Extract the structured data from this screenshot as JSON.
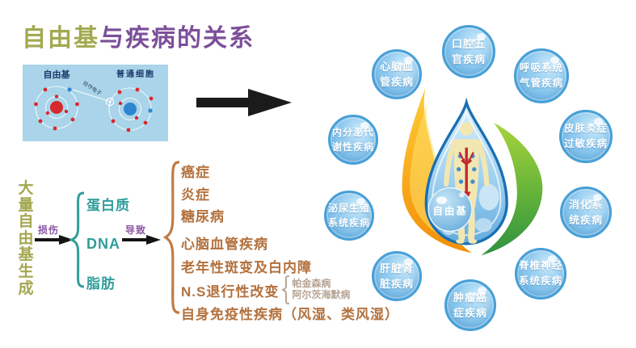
{
  "title": {
    "part_green": "自由基",
    "part_purple": "与疾病的关系"
  },
  "atom_diagram": {
    "left_label": "自由基",
    "right_label": "普通细胞",
    "annotation": "抢夺电子"
  },
  "flow": {
    "source_vertical": "大量自由基生成",
    "damage_label": "损伤",
    "targets": [
      "蛋白质",
      "DNA",
      "脂肪"
    ],
    "cause_label": "导致",
    "diseases": [
      "癌症",
      "炎症",
      "糖尿病",
      "心脑血管疾病",
      "老年性斑变及白内障"
    ],
    "ns_disease": "N.S退行性改变",
    "ns_sub": [
      "帕金森病",
      "阿尔茨海默病"
    ],
    "autoimmune": "自身免疫性疾病（风湿、类风湿）"
  },
  "center": {
    "label": "自由基"
  },
  "bubbles": [
    {
      "id": "cardiovascular",
      "lines": [
        "心脑血",
        "管疾病"
      ]
    },
    {
      "id": "oral",
      "lines": [
        "口腔五",
        "官疾病"
      ]
    },
    {
      "id": "respiratory",
      "lines": [
        "呼吸系统",
        "气管疾病"
      ]
    },
    {
      "id": "skin-allergy",
      "lines": [
        "皮肤炎症",
        "过敏疾病"
      ]
    },
    {
      "id": "digestive",
      "lines": [
        "消化系",
        "统疾病"
      ]
    },
    {
      "id": "spine-nerve",
      "lines": [
        "脊椎神经",
        "系统疾病"
      ]
    },
    {
      "id": "tumor-cancer",
      "lines": [
        "肿瘤癌",
        "症疾病"
      ]
    },
    {
      "id": "liver-kidney",
      "lines": [
        "肝脏肾",
        "脏疾病"
      ]
    },
    {
      "id": "urogenital",
      "lines": [
        "泌尿生殖",
        "系统疾病"
      ]
    },
    {
      "id": "endocrine",
      "lines": [
        "内分泌代",
        "谢性疾病"
      ]
    }
  ],
  "colors": {
    "title_green": "#a2aa51",
    "title_purple": "#7b4f99",
    "vertical_text_olive": "#a4a750",
    "label_purple": "#8a56a3",
    "target_teal": "#2f9e9b",
    "disease_brown": "#b3713d",
    "sub_brown": "#b6a493",
    "bubble_border": "#479fd7",
    "bubble_fill": "#93ccf0",
    "drop_blue": "#1a6fb3",
    "flame_orange": "#f59d0e",
    "leaf_green": "#2e9140",
    "atom_bg": "#a9d4e9",
    "nucleus_red": "#d7282f",
    "nucleus_blue": "#2e86d1"
  }
}
